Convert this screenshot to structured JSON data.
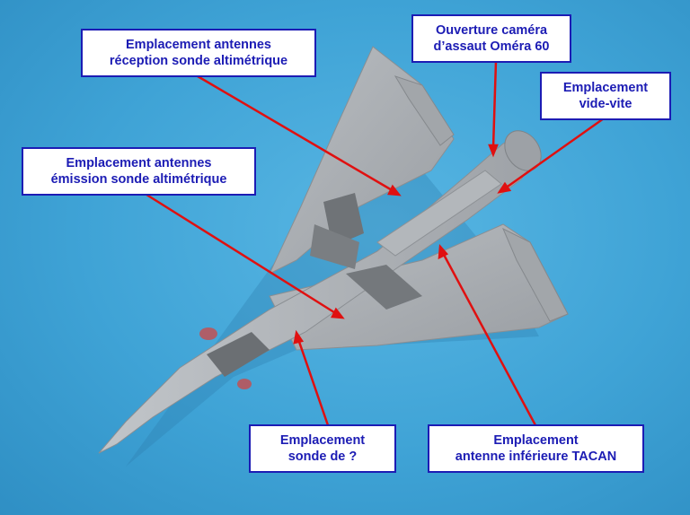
{
  "annotations": [
    {
      "id": "reception",
      "lines": [
        "Emplacement antennes",
        "réception sonde altimétrique"
      ]
    },
    {
      "id": "omera",
      "lines": [
        "Ouverture caméra",
        "d’assaut Oméra 60"
      ]
    },
    {
      "id": "vide_vite",
      "lines": [
        "Emplacement",
        "vide-vite"
      ]
    },
    {
      "id": "emission",
      "lines": [
        "Emplacement antennes",
        "émission sonde altimétrique"
      ]
    },
    {
      "id": "sonde",
      "lines": [
        "Emplacement",
        "sonde de ?"
      ]
    },
    {
      "id": "tacan",
      "lines": [
        "Emplacement",
        "antenne inférieure TACAN"
      ]
    }
  ],
  "colors": {
    "background": "#3fa3d6",
    "aircraft": "#a9adb1",
    "label_border": "#1c1cb4",
    "label_text": "#1c1cb4",
    "arrow": "#e01010"
  },
  "subject": "mirage-model-underside-photo"
}
